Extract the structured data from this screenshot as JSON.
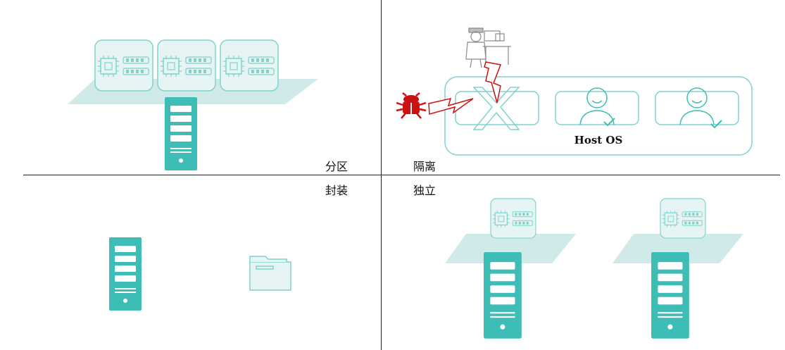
{
  "colors": {
    "teal": "#3dbdb5",
    "teal_light": "#cfeae8",
    "teal_outline": "#7fd3cd",
    "danger": "#cc1111",
    "gray": "#8a8a8a"
  },
  "quadrants": {
    "partition": {
      "label": "分区"
    },
    "isolation": {
      "label": "隔离",
      "host_os_label": "Host OS"
    },
    "encapsulation": {
      "label": "封装"
    },
    "independence": {
      "label": "独立"
    }
  },
  "icons": {
    "server": "server-icon",
    "vm": "vm-chip-memory-icon",
    "user": "user-check-icon",
    "hacker": "hacker-workstation-icon",
    "bug": "virus-bug-icon",
    "folder": "folder-icon",
    "blocked": "cross-blocked-icon",
    "lightning": "lightning-attack-icon"
  }
}
